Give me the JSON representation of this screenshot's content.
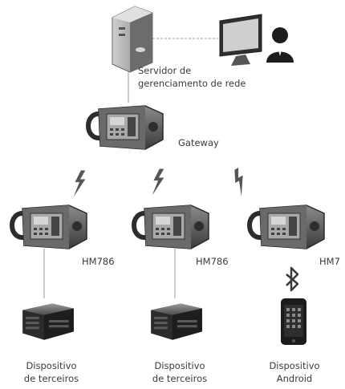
{
  "server": {
    "label_line1": "Servidor de",
    "label_line2": "gerenciamento de rede"
  },
  "gateway": {
    "label": "Gateway"
  },
  "radios": [
    {
      "label": "HM786"
    },
    {
      "label": "HM786"
    },
    {
      "label": "HM7"
    }
  ],
  "devices": [
    {
      "line1": "Dispositivo",
      "line2": "de terceiros"
    },
    {
      "line1": "Dispositivo",
      "line2": "de terceiros"
    },
    {
      "line1": "Dispositivo",
      "line2": "Android"
    }
  ],
  "icons": [
    "server-icon",
    "monitor-icon",
    "user-icon",
    "radio-icon",
    "lightning-icon",
    "bluetooth-icon",
    "box-device-icon",
    "smartphone-icon"
  ]
}
